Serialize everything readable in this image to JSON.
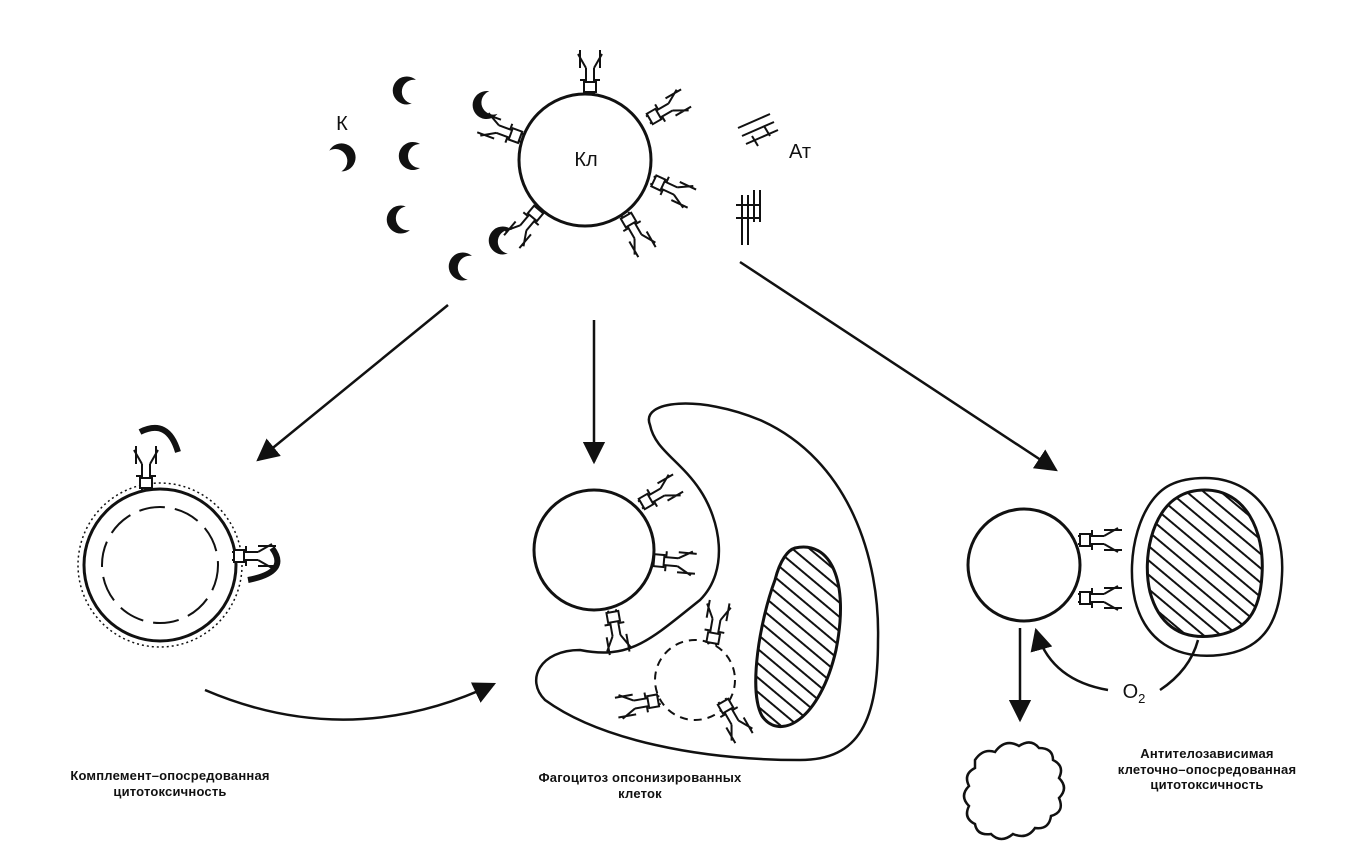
{
  "labels": {
    "complement": "К",
    "cell": "Кл",
    "antibody": "Ат",
    "oxygen": "O",
    "oxygen_sub": "2"
  },
  "captions": {
    "left_line1": "Комплемент–опосредованная",
    "left_line2": "цитотоксичность",
    "middle_line1": "Фагоцитоз опсонизированных",
    "middle_line2": "клеток",
    "right_line1": "Антителозависимая",
    "right_line2": "клеточно–опосредованная",
    "right_line3": "цитотоксичность"
  },
  "colors": {
    "ink": "#111111",
    "background": "#ffffff"
  }
}
